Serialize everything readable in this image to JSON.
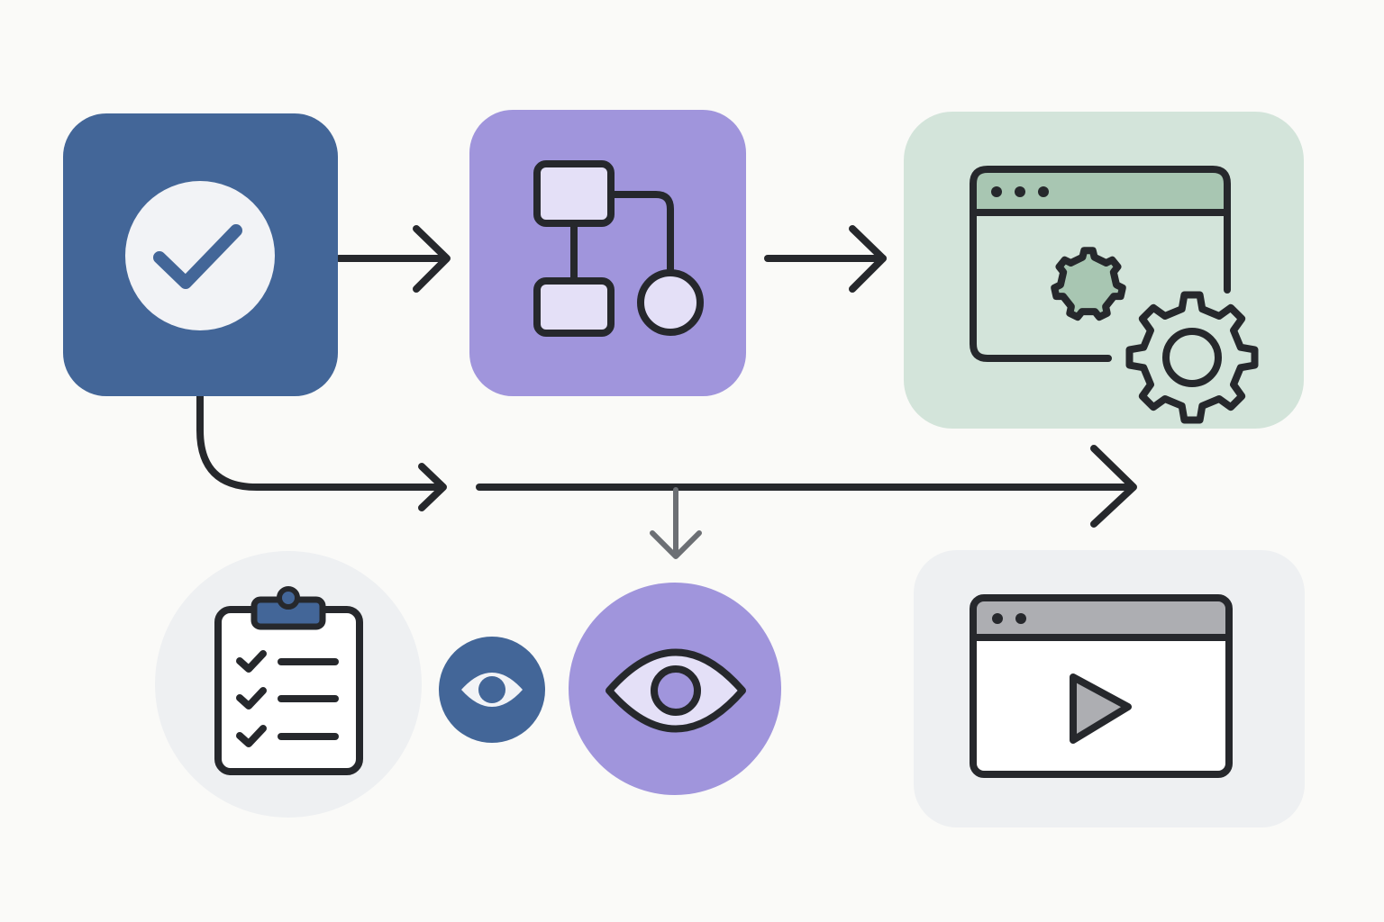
{
  "colors": {
    "background": "#fafaf8",
    "ink": "#26282c",
    "navy": "#436698",
    "purple": "#a095dc",
    "light_purple": "#e4e0f7",
    "mint": "#d3e4da",
    "mint_dark": "#a8c6b2",
    "light_gray": "#eef0f2",
    "gray_bar": "#adaeb2",
    "gray_arrow": "#6c6f74",
    "white": "#f2f3f6"
  },
  "nodes": [
    {
      "id": "verify",
      "icon": "check-circle-icon",
      "shape": "rounded-square",
      "fill": "navy"
    },
    {
      "id": "workflow",
      "icon": "flowchart-icon",
      "shape": "rounded-square",
      "fill": "purple"
    },
    {
      "id": "app-settings",
      "icon": "browser-gear-icon",
      "shape": "rounded-rectangle",
      "fill": "mint"
    },
    {
      "id": "checklist",
      "icon": "clipboard-checklist-icon",
      "shape": "circle",
      "fill": "light_gray"
    },
    {
      "id": "review-small",
      "icon": "eye-icon",
      "shape": "circle",
      "fill": "navy"
    },
    {
      "id": "review-large",
      "icon": "eye-icon",
      "shape": "circle",
      "fill": "purple"
    },
    {
      "id": "video-player",
      "icon": "browser-play-icon",
      "shape": "rounded-rectangle",
      "fill": "light_gray"
    }
  ],
  "connectors": [
    {
      "from": "verify",
      "to": "workflow",
      "style": "arrow"
    },
    {
      "from": "workflow",
      "to": "app-settings",
      "style": "arrow"
    },
    {
      "from": "verify",
      "to": "main-line",
      "style": "curved-arrow"
    },
    {
      "from": "main-line",
      "to": "app-settings",
      "style": "arrow"
    },
    {
      "from": "main-line",
      "to": "review-large",
      "style": "gray-arrow-down"
    }
  ]
}
